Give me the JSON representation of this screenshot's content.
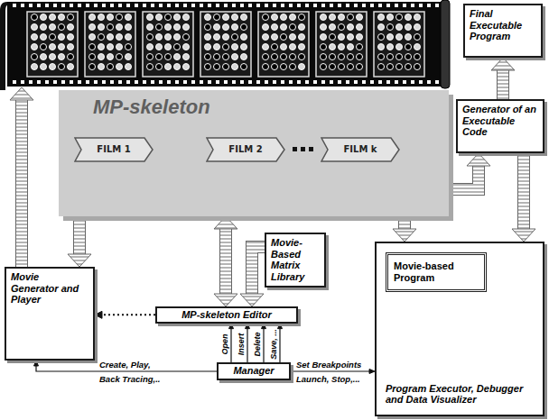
{
  "diagram": {
    "nodes": [
      {
        "text": [
          "Final Executable Program"
        ]
      },
      {
        "text": [
          "MP-skeleton"
        ]
      },
      {
        "text": [
          "FILM 1"
        ],
        "in": 1
      },
      {
        "text": [
          "FILM 2"
        ],
        "in": 1
      },
      {
        "text": [
          "FILM k"
        ],
        "in": 1
      },
      {
        "text": [
          "Generator of an Executable Code"
        ]
      },
      {
        "text": [
          "Movie-Based Matrix Library"
        ]
      },
      {
        "text": [
          "Movie Generator and Player"
        ]
      },
      {
        "text": [
          "MP-skeleton Editor"
        ]
      },
      {
        "text": [
          "Program Executor, Debugger and Data Visualizer"
        ]
      },
      {
        "text": [
          "Movie-based Program"
        ],
        "in": 9
      },
      {
        "text": [
          "Manager"
        ]
      }
    ],
    "edges": [
      {
        "from": 5,
        "to": 0,
        "arrow": "to"
      },
      {
        "from": 1,
        "to": 5,
        "arrow": "to"
      },
      {
        "from": 5,
        "to": 9,
        "arrow": "to"
      },
      {
        "from": 1,
        "to": 7,
        "arrow": "to"
      },
      {
        "from": 1,
        "to": 8,
        "arrow": "both"
      },
      {
        "from": 6,
        "to": 8,
        "arrow": "to"
      },
      {
        "from": 1,
        "to": 9,
        "arrow": "to"
      },
      {
        "from": 8,
        "to": 7,
        "arrow": "to"
      },
      {
        "from": 11,
        "to": 8,
        "label": "Open",
        "arrow": "to"
      },
      {
        "from": 11,
        "to": 8,
        "label": "Insert",
        "arrow": "to"
      },
      {
        "from": 11,
        "to": 8,
        "label": "Delete",
        "arrow": "to"
      },
      {
        "from": 11,
        "to": 8,
        "label": "Save, ...",
        "arrow": "to"
      },
      {
        "from": 11,
        "to": 7,
        "label": "Create, Play,",
        "arrow": "to"
      },
      {
        "from": 11,
        "to": 9,
        "label": "Set Breakpoints",
        "arrow": "to"
      }
    ],
    "labels": [
      "Back Tracing,..",
      "Launch, Stop,..."
    ]
  }
}
